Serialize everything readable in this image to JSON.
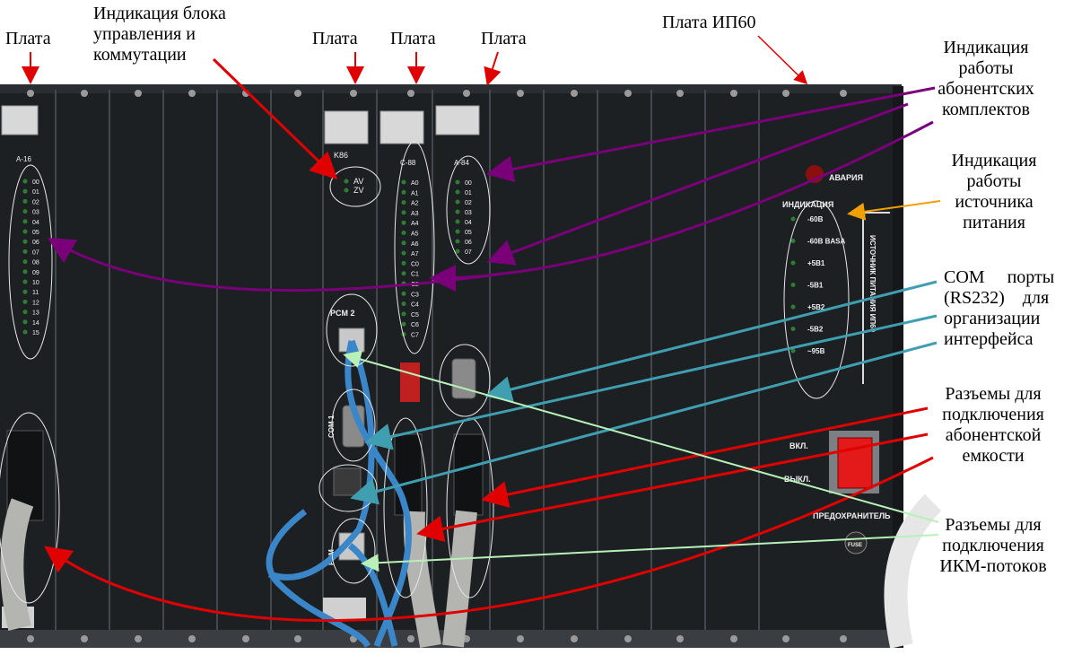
{
  "labels": {
    "plata_left": "Плата",
    "indication_block": [
      "Индикация блока",
      "управления и",
      "коммутации"
    ],
    "plata_k86": "Плата",
    "plata_c88": "Плата",
    "plata_a84": "Плата",
    "plata_ip60": "Плата ИП60"
  },
  "right_labels": {
    "subscriber_indication": [
      "Индикация",
      "работы",
      "абонентских",
      "комплектов"
    ],
    "power_indication": [
      "Индикация",
      "работы",
      "источника",
      "питания"
    ],
    "com_ports": [
      "COM     порты",
      "(RS232)    для",
      "организации",
      "интерфейса"
    ],
    "subscriber_connectors": [
      "Разъемы для",
      "подключения",
      "абонентской",
      "емкости"
    ],
    "pcm_connectors": [
      "Разъемы для",
      "подключения",
      "ИКМ-потоков"
    ]
  },
  "panel": {
    "a16_label": "A-16",
    "a16_leds": [
      "00",
      "01",
      "02",
      "03",
      "04",
      "05",
      "06",
      "07",
      "08",
      "09",
      "10",
      "11",
      "12",
      "13",
      "14",
      "15"
    ],
    "k86_label": "K86",
    "k86_leds": [
      "AV",
      "ZV"
    ],
    "c88_label": "C-88",
    "c88_leds": [
      "A0",
      "A1",
      "A2",
      "A3",
      "A4",
      "A5",
      "A6",
      "A7",
      "C0",
      "C1",
      "C2",
      "C3",
      "C4",
      "C5",
      "C6",
      "C7"
    ],
    "a84_label": "A-84",
    "a84_leds": [
      "00",
      "01",
      "02",
      "03",
      "04",
      "05",
      "06",
      "07"
    ],
    "pcm2_label": "PCM 2",
    "com1_label": "COM 1",
    "pcm_label": "PCM",
    "alarm_label": "АВАРИЯ",
    "indication_label": "ИНДИКАЦИЯ",
    "power_rows": [
      "-60В",
      "-60В BASA",
      "+5В1",
      "-5В1",
      "+5В2",
      "-5В2",
      "~95В"
    ],
    "power_vertical": "ИСТОЧНИК ПИТАНИЯ ИП60",
    "on_label": "ВКЛ.",
    "off_label": "ВЫКЛ.",
    "fuse_label": "ПРЕДОХРАНИТЕЛЬ",
    "fuse_cap": "FUSE"
  },
  "colors": {
    "rack": "#1c1f22",
    "slot_line": "#3a3f45",
    "arrow_red": "#e00000",
    "arrow_purple": "#7a007a",
    "arrow_orange": "#f0a000",
    "arrow_teal": "#3f9fb0",
    "arrow_lightgreen": "#b8f0b8",
    "cable_blue": "#3a86c8",
    "cable_grey": "#b4b4b0",
    "led_green": "#2e7d32",
    "switch_red": "#e21a1a",
    "alarm_red": "#8a1010"
  }
}
